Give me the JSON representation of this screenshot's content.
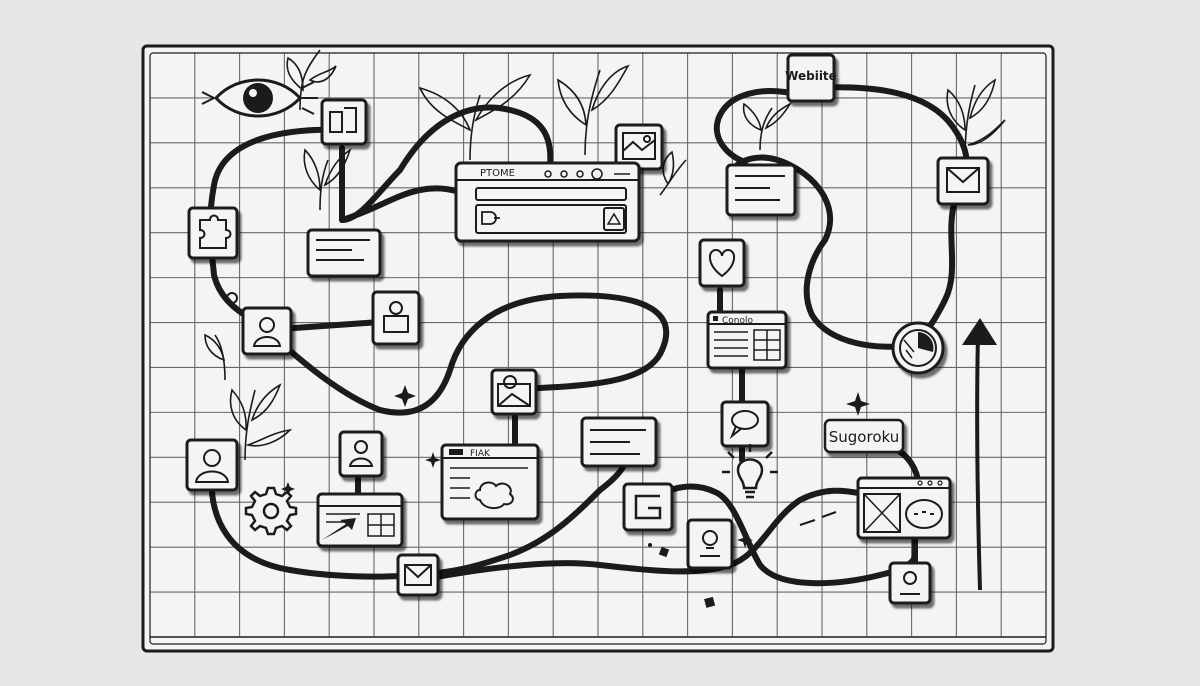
{
  "labels": {
    "website": "Webiite",
    "home_panel": "PTOME",
    "console": "Conolo",
    "fiak": "FIAK",
    "sugoroku": "Sugoroku"
  },
  "colors": {
    "background": "#e6e6e6",
    "board": "#f4f4f2",
    "ink": "#1b1b1b",
    "grid": "#3a3a3a"
  },
  "icons": [
    "eye-icon",
    "shapes-icon",
    "image-icon",
    "puzzle-icon",
    "document-icon",
    "avatar-icon",
    "person-icon",
    "window-icon",
    "heart-icon",
    "mail-icon",
    "pie-chart-icon",
    "table-icon",
    "chat-bubble-icon",
    "lightbulb-icon",
    "gear-icon",
    "letter-g-icon",
    "webcam-icon",
    "arrow-up-icon",
    "plant-icon",
    "sparkle-icon"
  ]
}
